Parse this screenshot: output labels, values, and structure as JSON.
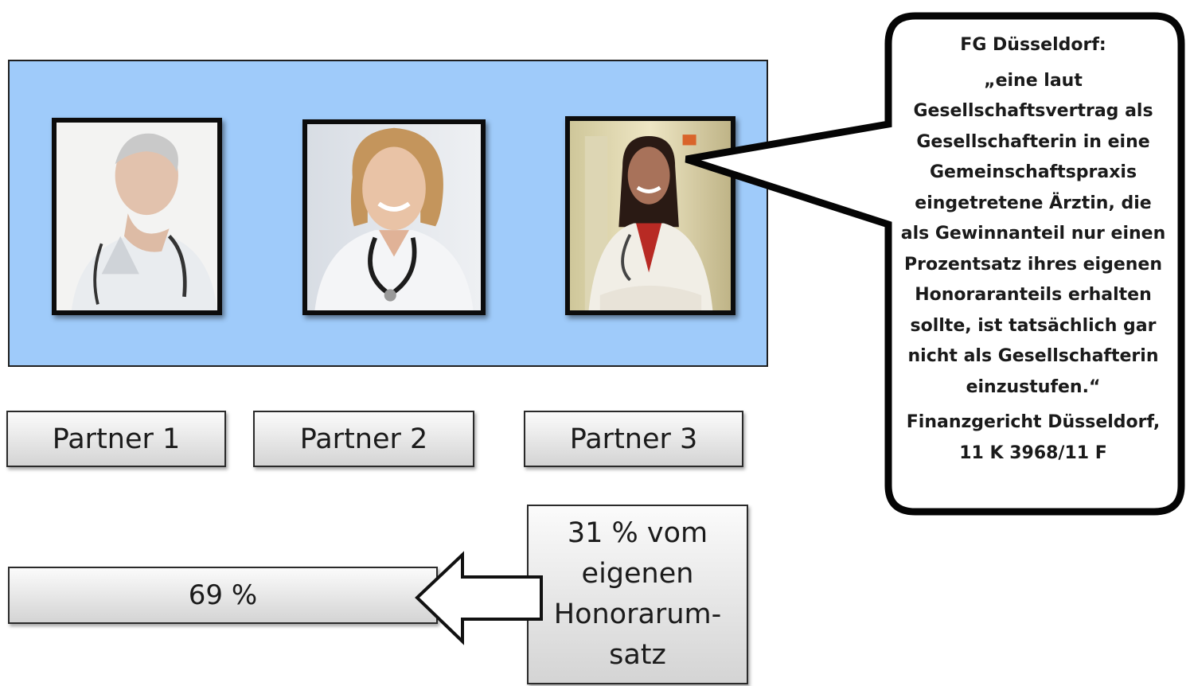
{
  "panel": {
    "color": "#9fcbfa"
  },
  "photos": [
    {
      "icon": "doctor-male-portrait-icon",
      "description": "thoughtful senior male doctor with stethoscope"
    },
    {
      "icon": "doctor-female-portrait-icon",
      "description": "smiling female doctor with stethoscope"
    },
    {
      "icon": "doctor-female-portrait-icon",
      "description": "smiling female doctor in hospital corridor"
    }
  ],
  "partners": [
    {
      "label": "Partner 1"
    },
    {
      "label": "Partner 2"
    },
    {
      "label": "Partner 3"
    }
  ],
  "share_box": {
    "label": "69 %"
  },
  "own_box": {
    "lines": [
      "31 % vom",
      "eigenen",
      "Honorarum-",
      "satz"
    ]
  },
  "callout": {
    "heading": "FG Düsseldorf:",
    "quote": "„eine laut Gesellschaftsvertrag als Gesellschafterin in eine Gemeinschaftspraxis eingetretene Ärztin, die als Gewinnanteil nur einen Prozentsatz ihres eigenen Honoraranteils erhalten sollte, ist tatsächlich gar nicht als Gesellschafterin einzustufen.“",
    "source_line1": "Finanzgericht Düsseldorf,",
    "source_line2": "11 K 3968/11 F"
  }
}
